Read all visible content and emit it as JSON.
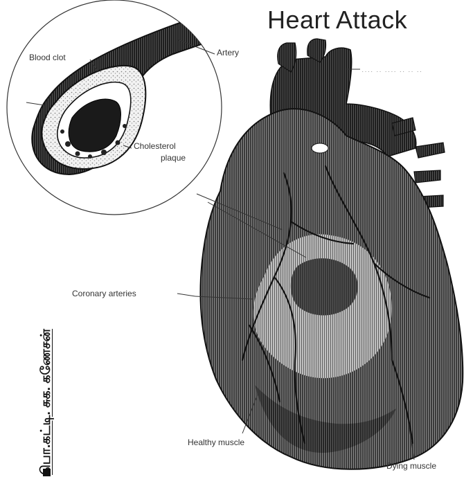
{
  "title": "Heart Attack",
  "labels": {
    "blood_clot": "Blood clot",
    "artery": "Artery",
    "cholesterol_plaque_line1": "Cholesterol",
    "cholesterol_plaque_line2": "plaque",
    "coronary_arteries": "Coronary arteries",
    "healthy_muscle": "Healthy muscle",
    "dying_muscle": "Dying muscle",
    "faint_annotation": "···· ·· ···· ·· ·· ··"
  },
  "credit": "பொ.கட்டி. சுக. கணேசன்"
}
